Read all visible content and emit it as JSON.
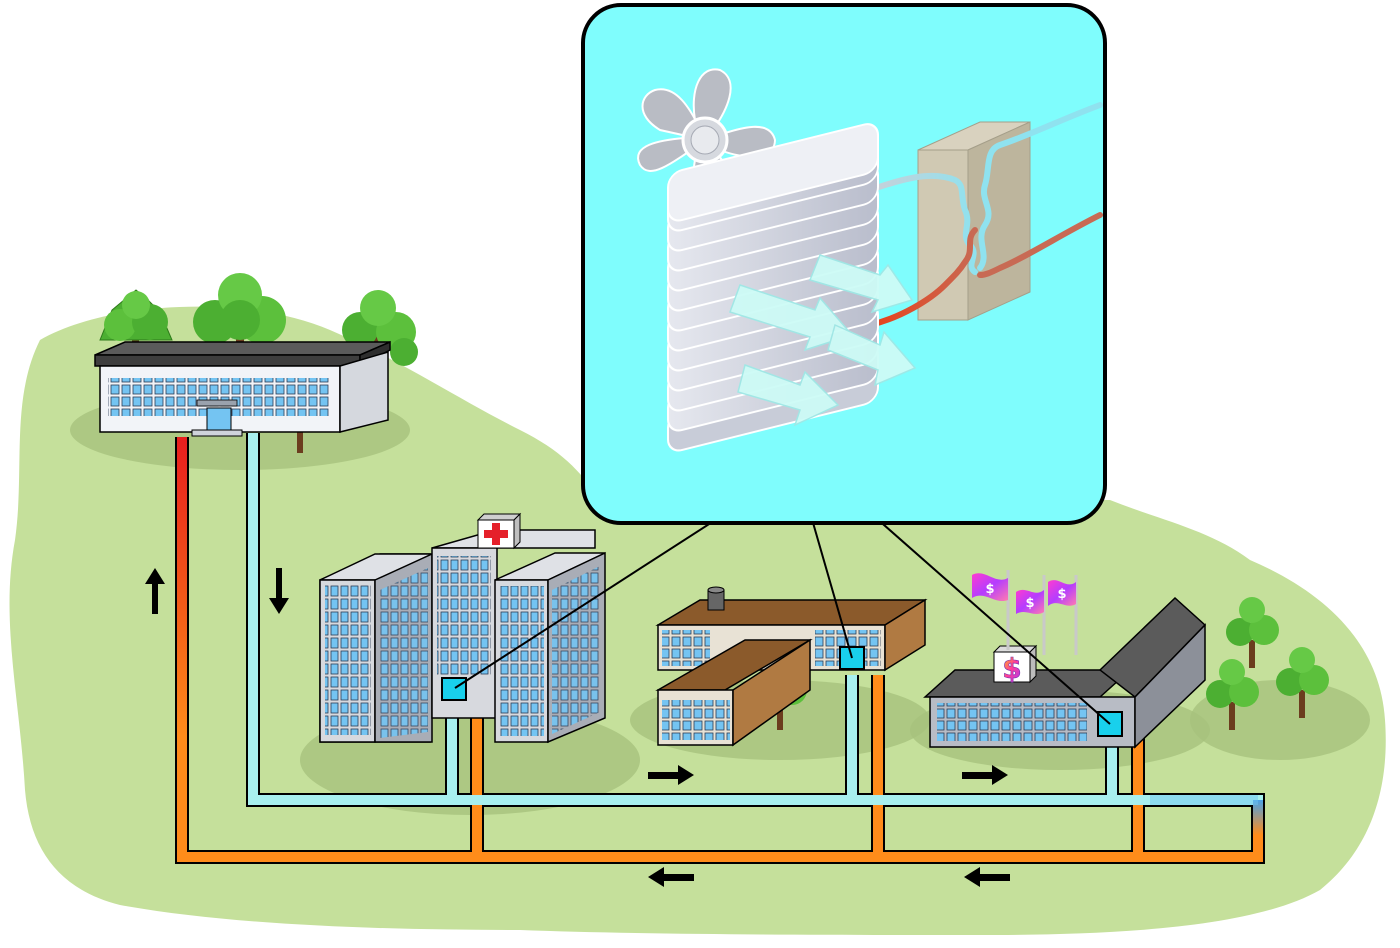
{
  "diagram": {
    "type": "district-cooling-network",
    "nodes": [
      {
        "id": "central-plant",
        "kind": "plant-building",
        "icon": "office-building-icon"
      },
      {
        "id": "hospital",
        "kind": "consumer-building",
        "icon": "hospital-building-icon",
        "badge": "red-cross-icon"
      },
      {
        "id": "factory",
        "kind": "consumer-building",
        "icon": "l-shaped-building-icon"
      },
      {
        "id": "bank",
        "kind": "consumer-building",
        "icon": "bank-building-icon",
        "badge": "$"
      }
    ],
    "pipes": {
      "supply_color": "#a8f0ef",
      "return_color": "#ff8c1a",
      "hot_color": "#e81e1e"
    },
    "flow_arrows": [
      {
        "id": "up",
        "direction": "up"
      },
      {
        "id": "down",
        "direction": "down"
      },
      {
        "id": "supply-1",
        "direction": "right"
      },
      {
        "id": "supply-2",
        "direction": "right"
      },
      {
        "id": "return-1",
        "direction": "left"
      },
      {
        "id": "return-2",
        "direction": "left"
      }
    ],
    "inset": {
      "subject": "heat-exchanger-detail",
      "background_color": "#7ffdfd",
      "components": [
        "fan-icon",
        "coil-stack",
        "heat-exchanger-box",
        "air-flow-arrows"
      ]
    },
    "bank_flag_symbol": "$",
    "colors": {
      "land": "#c5e09b",
      "tree": "#4caf32",
      "hospital_cross": "#e5202a"
    }
  }
}
